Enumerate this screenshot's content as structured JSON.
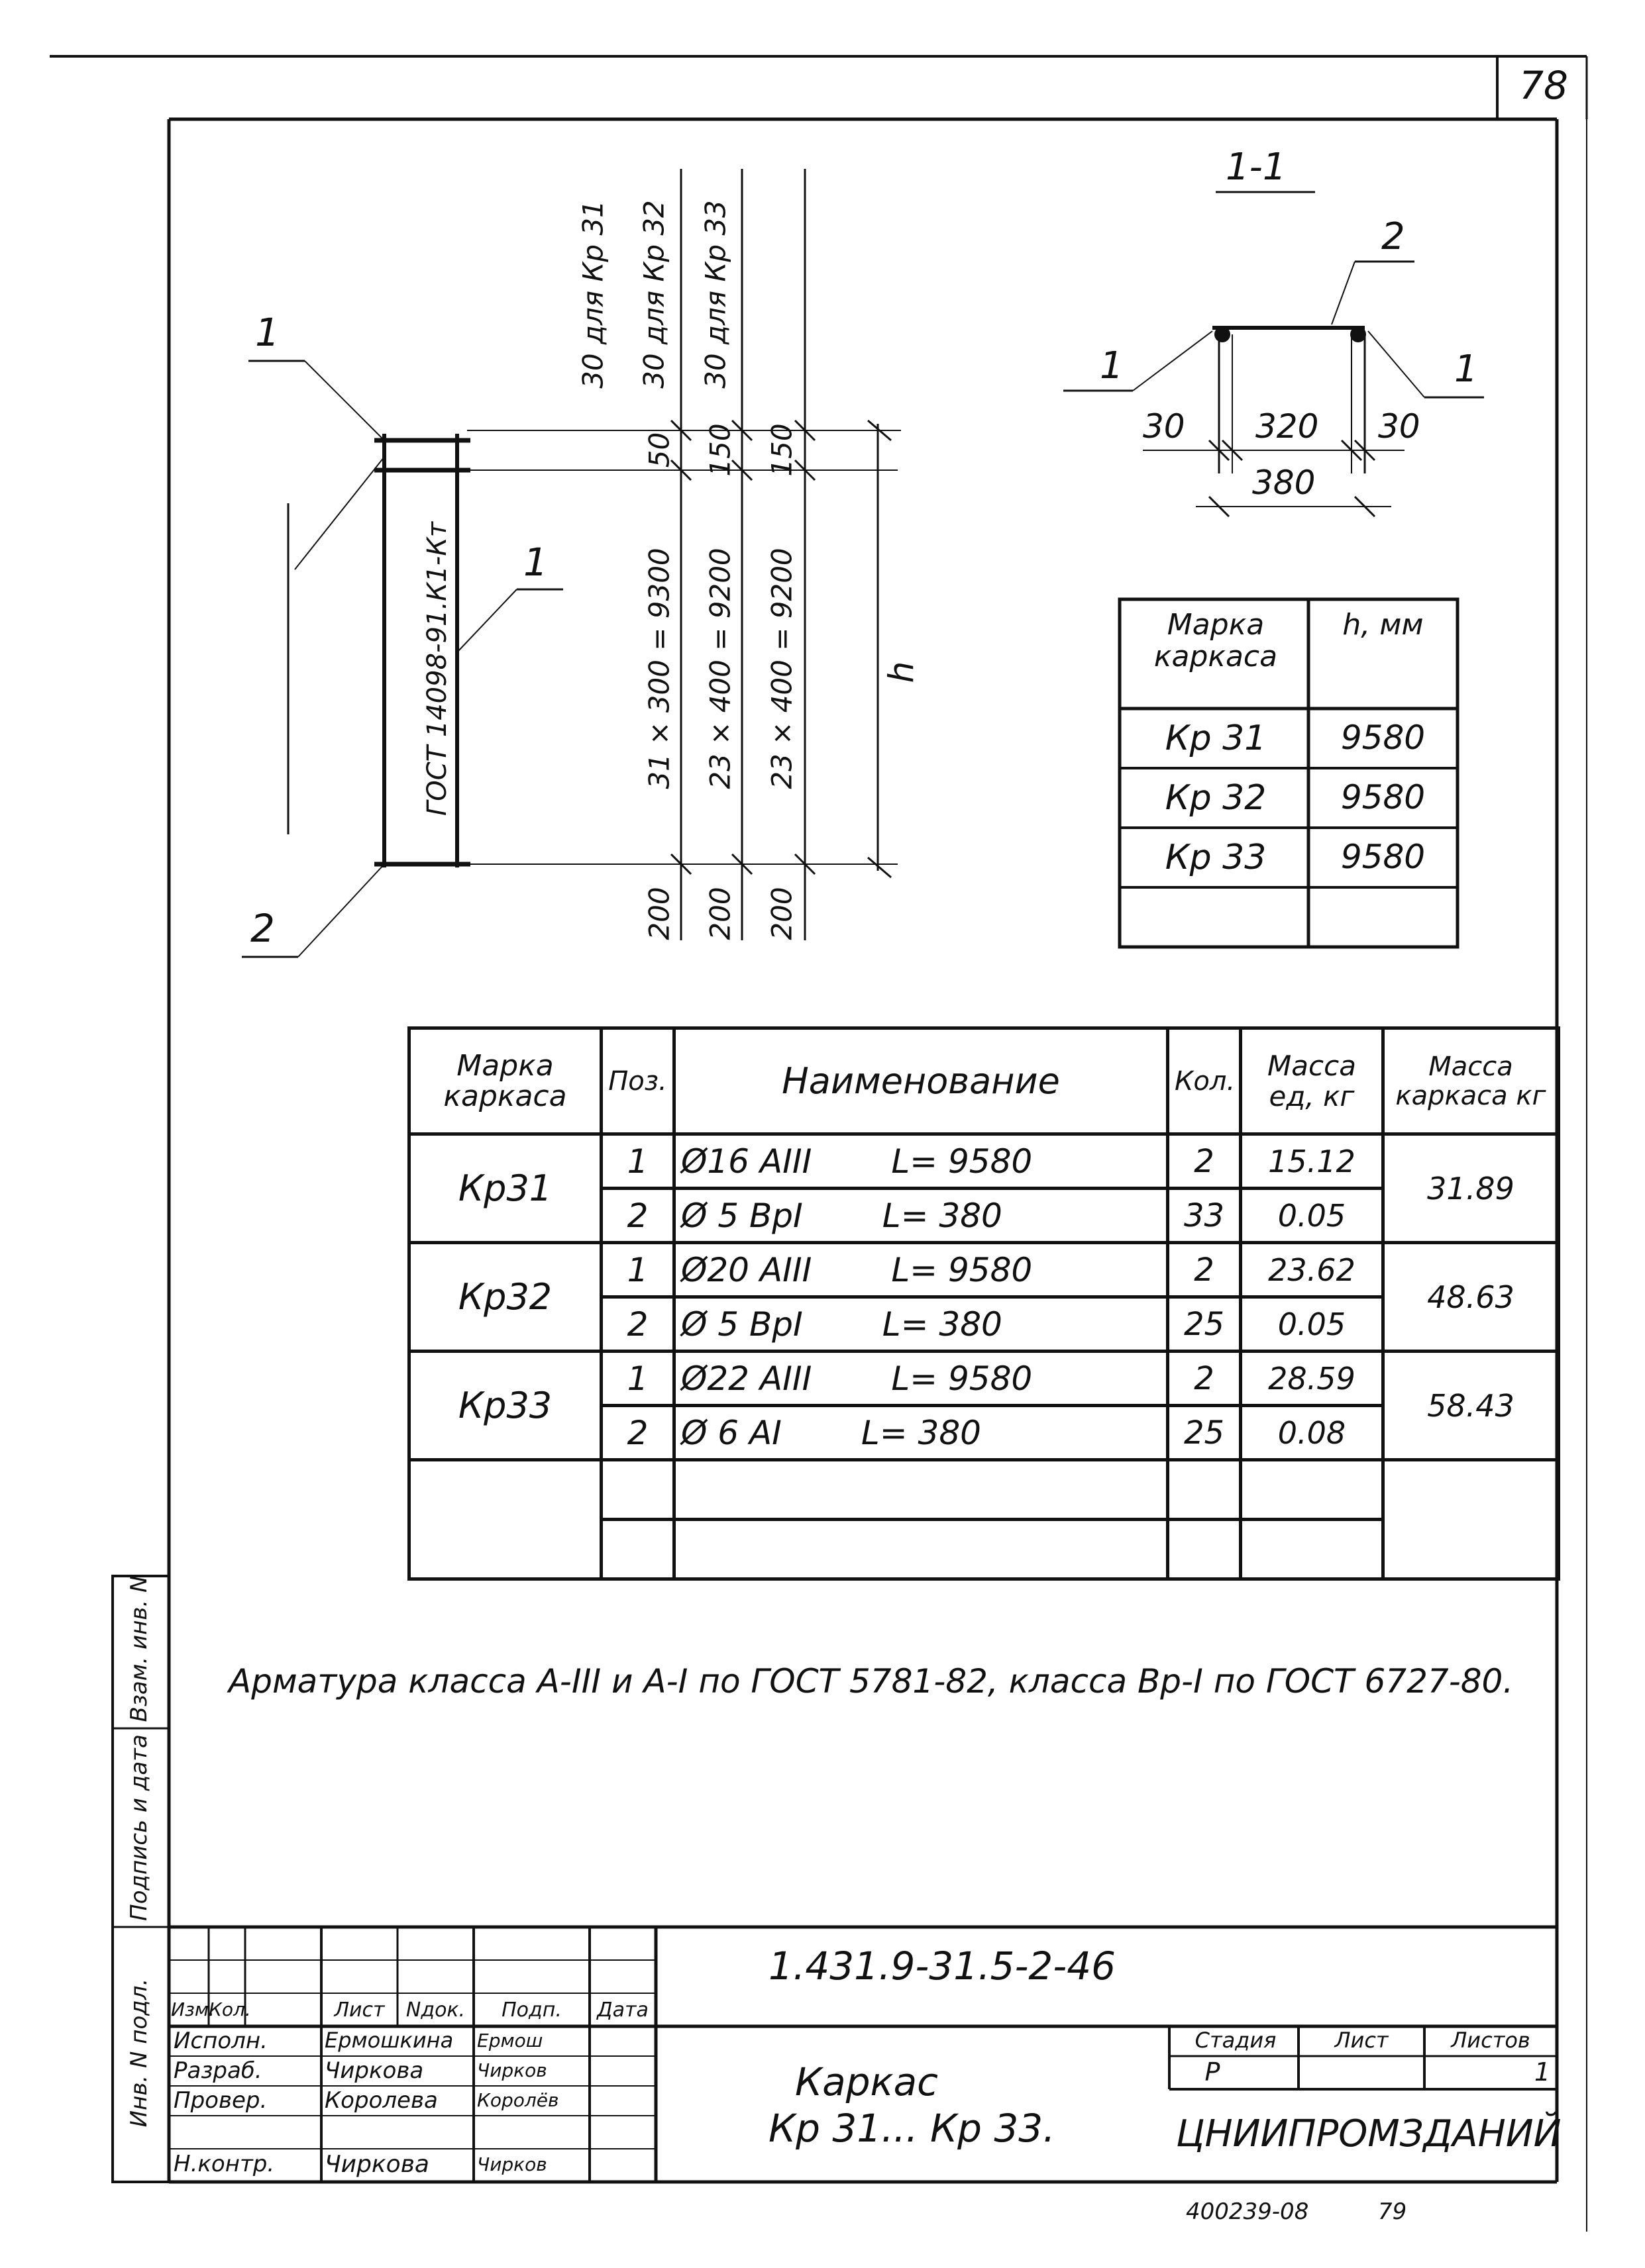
{
  "page_number": "78",
  "bottom_code": "400239-08",
  "bottom_page": "79",
  "colors": {
    "ink": "#111111",
    "paper": "#ffffff"
  },
  "section_label": "1-1",
  "section": {
    "callout_top": "2",
    "callout_left": "1",
    "callout_right": "1",
    "dim_left": "30",
    "dim_middle": "320",
    "dim_right": "30",
    "dim_total": "380"
  },
  "elevation": {
    "callout_top_left": "1",
    "callout_right": "1",
    "callout_bottom": "2",
    "gost_label": "ГОСТ 14098-91.К1-Кт",
    "h_label": "h",
    "dim_columns": [
      {
        "top": "30 для Кр 31",
        "spacing": "50",
        "main": "31 × 300 = 9300",
        "bottom": "200"
      },
      {
        "top": "30 для Кр 32",
        "spacing": "150",
        "main": "23 × 400 = 9200",
        "bottom": "200"
      },
      {
        "top": "30 для Кр 33",
        "spacing": "150",
        "main": "23 × 400 = 9200",
        "bottom": "200"
      }
    ]
  },
  "small_table": {
    "header": [
      "Марка каркаса",
      "h, мм"
    ],
    "rows": [
      [
        "Кр 31",
        "9580"
      ],
      [
        "Кр 32",
        "9580"
      ],
      [
        "Кр 33",
        "9580"
      ]
    ]
  },
  "spec_table": {
    "headers": [
      "Марка каркаса",
      "Поз.",
      "Наименование",
      "Кол.",
      "Масса ед, кг",
      "Масса каркаса кг"
    ],
    "groups": [
      {
        "mark": "Кр31",
        "total": "31.89",
        "rows": [
          {
            "pos": "1",
            "name": "Ø16 АIII",
            "length": "L= 9580",
            "qty": "2",
            "mass": "15.12"
          },
          {
            "pos": "2",
            "name": "Ø 5 ВрI",
            "length": "L= 380",
            "qty": "33",
            "mass": "0.05"
          }
        ]
      },
      {
        "mark": "Кр32",
        "total": "48.63",
        "rows": [
          {
            "pos": "1",
            "name": "Ø20 АIII",
            "length": "L= 9580",
            "qty": "2",
            "mass": "23.62"
          },
          {
            "pos": "2",
            "name": "Ø 5 ВрI",
            "length": "L= 380",
            "qty": "25",
            "mass": "0.05"
          }
        ]
      },
      {
        "mark": "Кр33",
        "total": "58.43",
        "rows": [
          {
            "pos": "1",
            "name": "Ø22 АIII",
            "length": "L= 9580",
            "qty": "2",
            "mass": "28.59"
          },
          {
            "pos": "2",
            "name": "Ø 6 АI",
            "length": "L= 380",
            "qty": "25",
            "mass": "0.08"
          }
        ]
      }
    ]
  },
  "note": "Арматура класса А-III и А-I по ГОСТ 5781-82, класса Вр-I по ГОСТ 6727-80.",
  "side_stamp": [
    "Инв. N подл.",
    "Подпись и дата",
    "Взам. инв. N"
  ],
  "title_block": {
    "code": "1.431.9-31.5-2-46",
    "header_cols": [
      "Изм.",
      "Кол.",
      "Лист",
      "Nдок.",
      "Подп.",
      "Дата"
    ],
    "people": [
      {
        "role": "Исполн.",
        "name": "Ермошкина",
        "sign": "Ермош"
      },
      {
        "role": "Разраб.",
        "name": "Чиркова",
        "sign": "Чирков"
      },
      {
        "role": "Провер.",
        "name": "Королева",
        "sign": "Королёв"
      },
      {
        "role": "",
        "name": "",
        "sign": ""
      },
      {
        "role": "Н.контр.",
        "name": "Чиркова",
        "sign": "Чирков"
      }
    ],
    "title": [
      "Каркас",
      "Кр 31... Кр 33."
    ],
    "stage_head": [
      "Стадия",
      "Лист",
      "Листов"
    ],
    "stage_vals": [
      "Р",
      "",
      "1"
    ],
    "org": "ЦНИИПРОМЗДАНИЙ"
  }
}
